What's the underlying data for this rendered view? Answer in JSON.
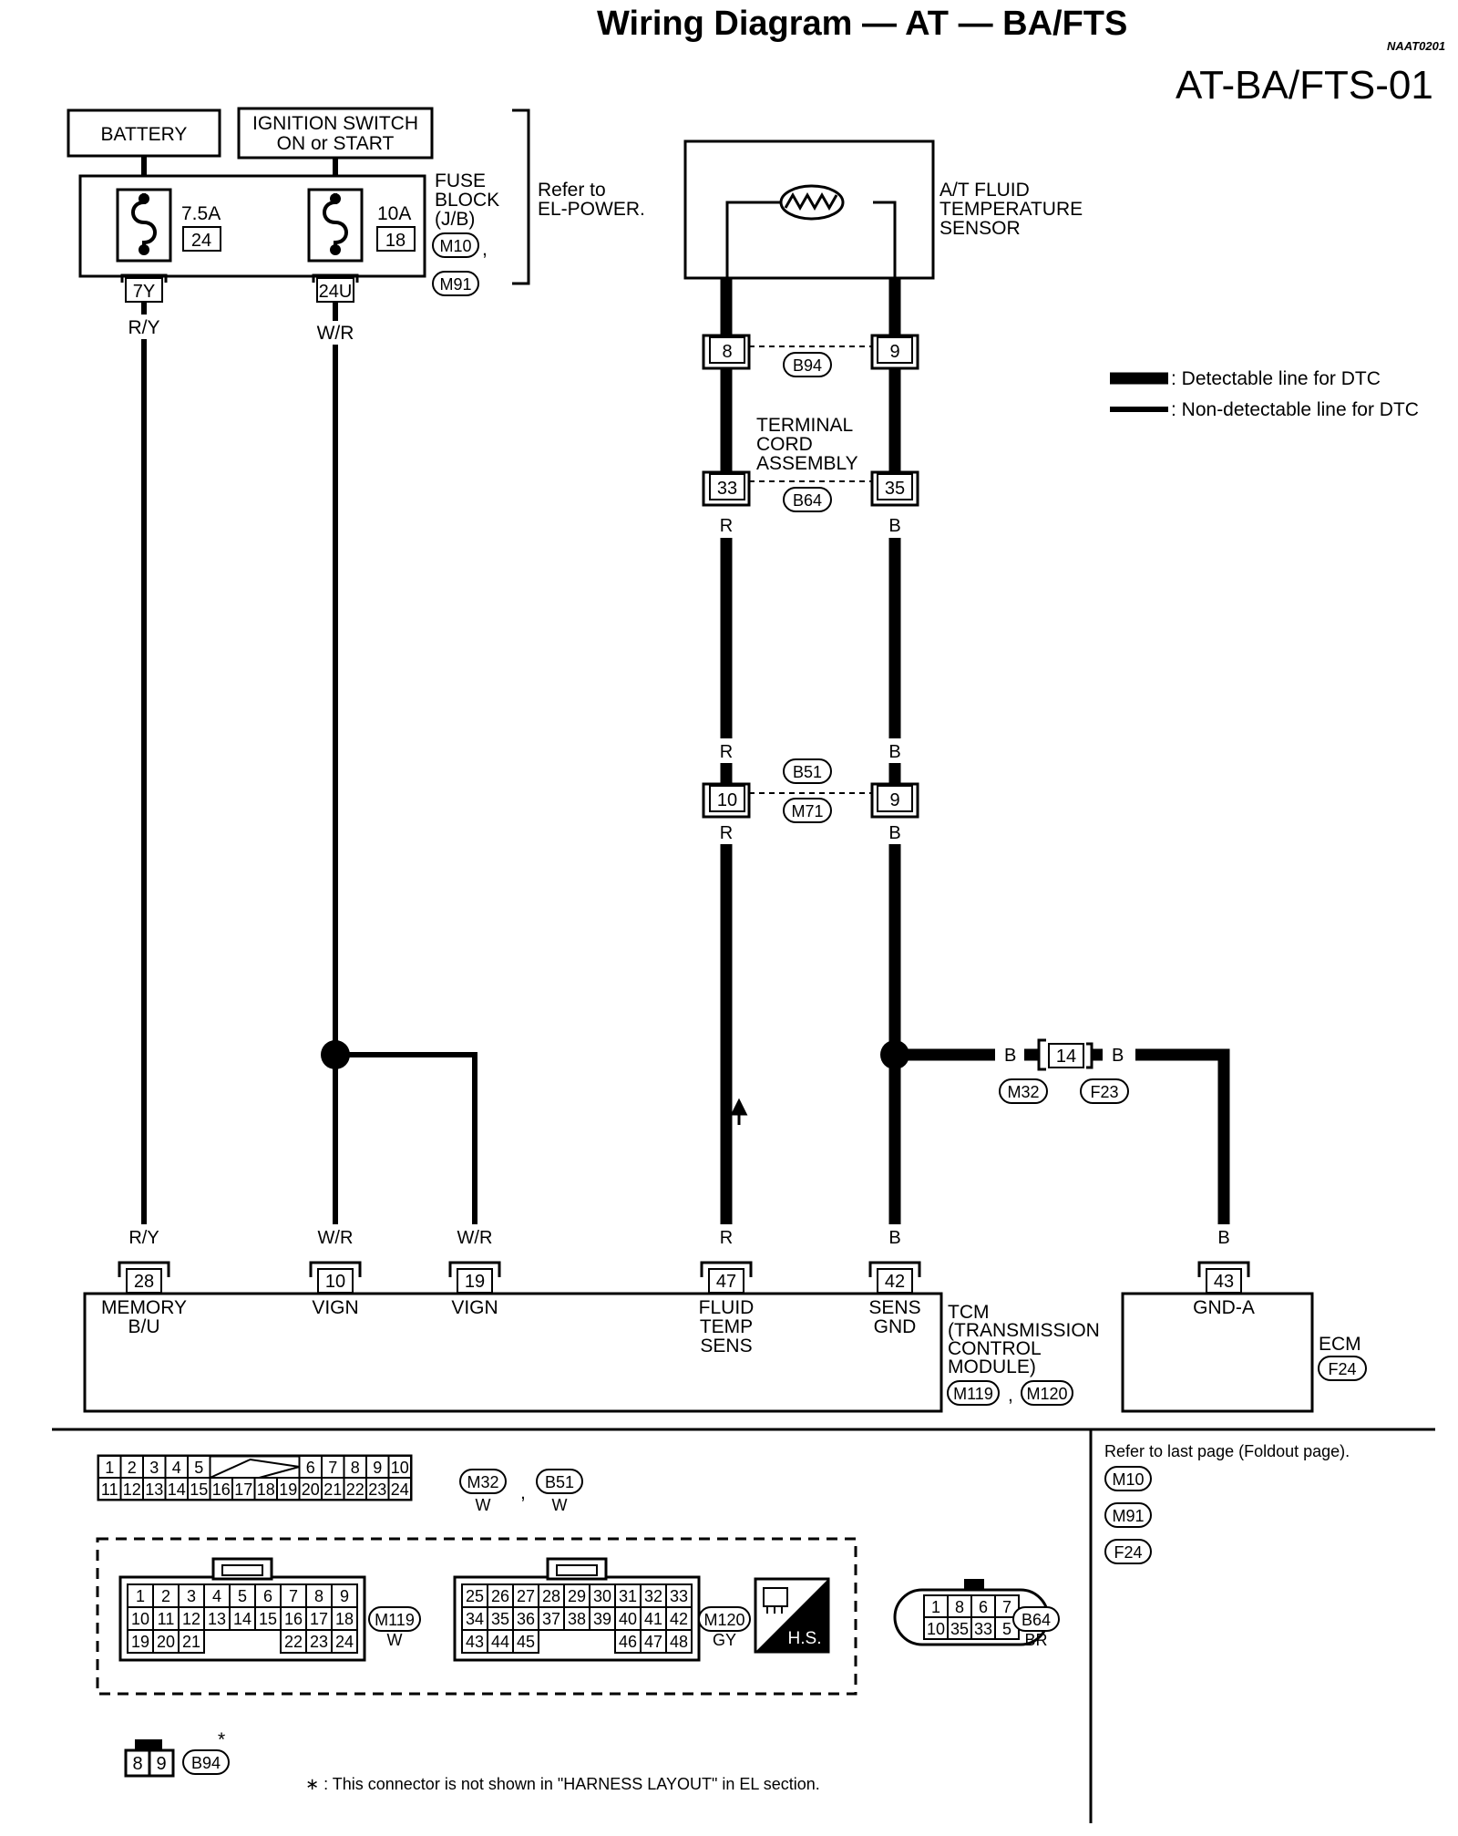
{
  "header": {
    "title": "Wiring Diagram — AT — BA/FTS",
    "doc_code": "NAAT0201",
    "page_id": "AT-BA/FTS-01"
  },
  "power": {
    "battery_label": "BATTERY",
    "ignition_label_1": "IGNITION SWITCH",
    "ignition_label_2": "ON or START",
    "fuse_left_amp": "7.5A",
    "fuse_left_num": "24",
    "fuse_right_amp": "10A",
    "fuse_right_num": "18",
    "fuse_block_1": "FUSE",
    "fuse_block_2": "BLOCK",
    "fuse_block_3": "(J/B)",
    "fuse_conn_1": "M10",
    "fuse_conn_2": "M91",
    "refer_1": "Refer to",
    "refer_2": "EL-POWER.",
    "pin_left": "7Y",
    "pin_right": "24U",
    "wire_left": "R/Y",
    "wire_right": "W/R"
  },
  "sensor": {
    "label_1": "A/T FLUID",
    "label_2": "TEMPERATURE",
    "label_3": "SENSOR",
    "pin_a": "8",
    "pin_b": "9",
    "conn": "B94"
  },
  "terminal_cord": {
    "label_1": "TERMINAL",
    "label_2": "CORD",
    "label_3": "ASSEMBLY",
    "pin_a": "33",
    "pin_b": "35",
    "conn": "B64",
    "wire_a": "R",
    "wire_b": "B"
  },
  "mid_joint": {
    "pin_a": "10",
    "pin_b": "9",
    "conn_1": "B51",
    "conn_2": "M71",
    "wire_a_top": "R",
    "wire_a_bottom": "R",
    "wire_b_top": "B",
    "wire_b_bottom": "B"
  },
  "ground_joint": {
    "wire_left": "B",
    "pin": "14",
    "wire_right": "B",
    "conn_1": "M32",
    "conn_2": "F23"
  },
  "legend": {
    "detectable": ": Detectable line for DTC",
    "non_detectable": ": Non-detectable line for DTC"
  },
  "tcm": {
    "terminals": [
      {
        "wire": "R/Y",
        "pin": "28",
        "name_1": "MEMORY",
        "name_2": "B/U",
        "name_3": ""
      },
      {
        "wire": "W/R",
        "pin": "10",
        "name_1": "VIGN",
        "name_2": "",
        "name_3": ""
      },
      {
        "wire": "W/R",
        "pin": "19",
        "name_1": "VIGN",
        "name_2": "",
        "name_3": ""
      },
      {
        "wire": "R",
        "pin": "47",
        "name_1": "FLUID",
        "name_2": "TEMP",
        "name_3": "SENS"
      },
      {
        "wire": "B",
        "pin": "42",
        "name_1": "SENS",
        "name_2": "GND",
        "name_3": ""
      }
    ],
    "label_1": "TCM",
    "label_2": "(TRANSMISSION",
    "label_3": "CONTROL",
    "label_4": "MODULE)",
    "conn_1": "M119",
    "conn_2": "M120",
    "sep": ","
  },
  "ecm": {
    "wire": "B",
    "pin": "43",
    "terminal": "GND-A",
    "label": "ECM",
    "conn": "F24"
  },
  "connector_views": {
    "m32_b51": {
      "row1_left": [
        "1",
        "2",
        "3",
        "4",
        "5"
      ],
      "row1_right": [
        "6",
        "7",
        "8",
        "9",
        "10"
      ],
      "row2": [
        "11",
        "12",
        "13",
        "14",
        "15",
        "16",
        "17",
        "18",
        "19",
        "20",
        "21",
        "22",
        "23",
        "24"
      ],
      "conn_1": "M32",
      "conn_2": "B51",
      "color_1": "W",
      "color_2": "W",
      "sep": ","
    },
    "m119": {
      "row1": [
        "1",
        "2",
        "3",
        "4",
        "5",
        "6",
        "7",
        "8",
        "9"
      ],
      "row2": [
        "10",
        "11",
        "12",
        "13",
        "14",
        "15",
        "16",
        "17",
        "18"
      ],
      "row3_left": [
        "19",
        "20",
        "21"
      ],
      "row3_right": [
        "22",
        "23",
        "24"
      ],
      "conn": "M119",
      "color": "W"
    },
    "m120": {
      "row1": [
        "25",
        "26",
        "27",
        "28",
        "29",
        "30",
        "31",
        "32",
        "33"
      ],
      "row2": [
        "34",
        "35",
        "36",
        "37",
        "38",
        "39",
        "40",
        "41",
        "42"
      ],
      "row3_left": [
        "43",
        "44",
        "45"
      ],
      "row3_right": [
        "46",
        "47",
        "48"
      ],
      "conn": "M120",
      "color": "GY"
    },
    "hs_label": "H.S.",
    "b64": {
      "row1": [
        "1",
        "8",
        "6",
        "7"
      ],
      "row2": [
        "10",
        "35",
        "33",
        "5"
      ],
      "conn": "B64",
      "color": "BR"
    },
    "b94": {
      "pins": [
        "8",
        "9"
      ],
      "conn": "B94",
      "asterisk": "*"
    }
  },
  "footer": {
    "refer_text": "Refer to last page (Foldout page).",
    "refer_conns": [
      "M10",
      "M91",
      "F24"
    ],
    "note": "∗ : This connector is not shown in \"HARNESS LAYOUT\" in EL section."
  }
}
